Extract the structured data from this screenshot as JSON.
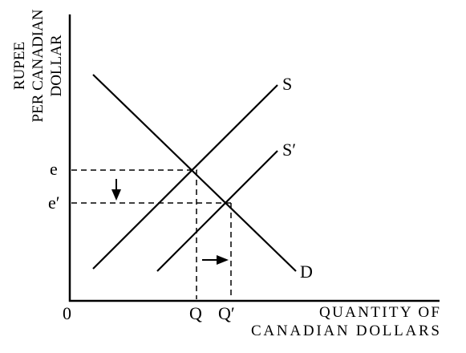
{
  "diagram": {
    "y_axis_label": [
      "RUPEE",
      "PER CANADIAN",
      "DOLLAR"
    ],
    "x_axis_label": [
      "QUANTITY OF",
      "CANADIAN DOLLARS"
    ],
    "origin_label": "0",
    "price_labels": {
      "e": "e",
      "e_prime": "e′"
    },
    "quantity_labels": {
      "q": "Q",
      "q_prime": "Q′"
    },
    "curve_labels": {
      "supply": "S",
      "supply_shifted": "S′",
      "demand": "D"
    },
    "colors": {
      "ink": "#000000",
      "background": "#ffffff"
    }
  }
}
